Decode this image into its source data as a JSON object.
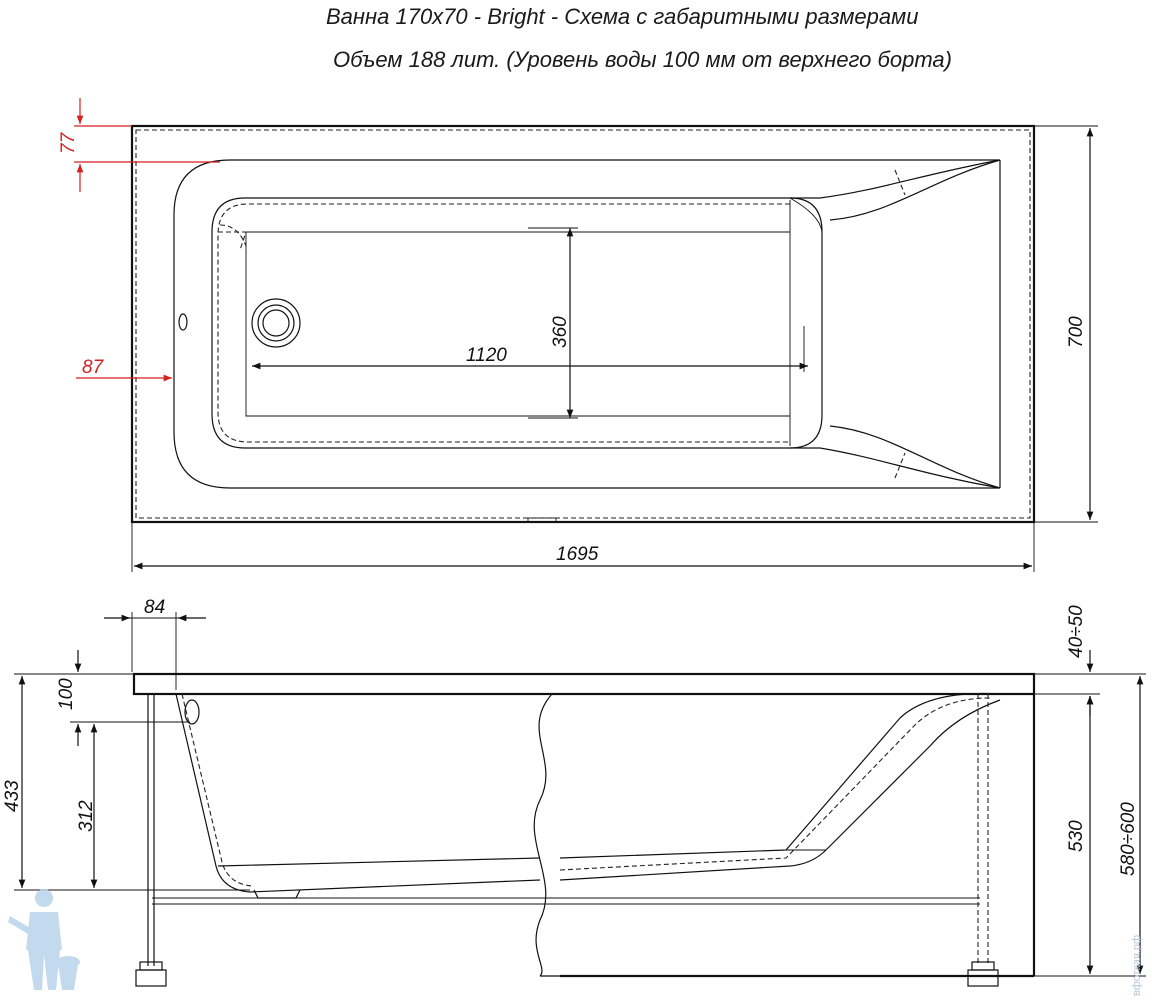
{
  "title": {
    "line1": "Ванна 170x70 - Bright - Схема с габаритными размерами",
    "line2": "Объем 188 лит. (Уровень воды 100 мм от верхнего борта)"
  },
  "top_view": {
    "dims": {
      "rim_top": "77",
      "overflow": "87",
      "inner_width": "360",
      "inner_length": "1120",
      "total_width": "700",
      "total_length": "1695"
    }
  },
  "side_view": {
    "dims": {
      "rim_edge": "84",
      "apron_gap": "40÷50",
      "water_level": "100",
      "depth_total": "433",
      "overflow_height": "312",
      "apron_height": "530",
      "total_height": "580÷600"
    }
  },
  "watermark": {
    "text": "вфоткая.рф"
  }
}
